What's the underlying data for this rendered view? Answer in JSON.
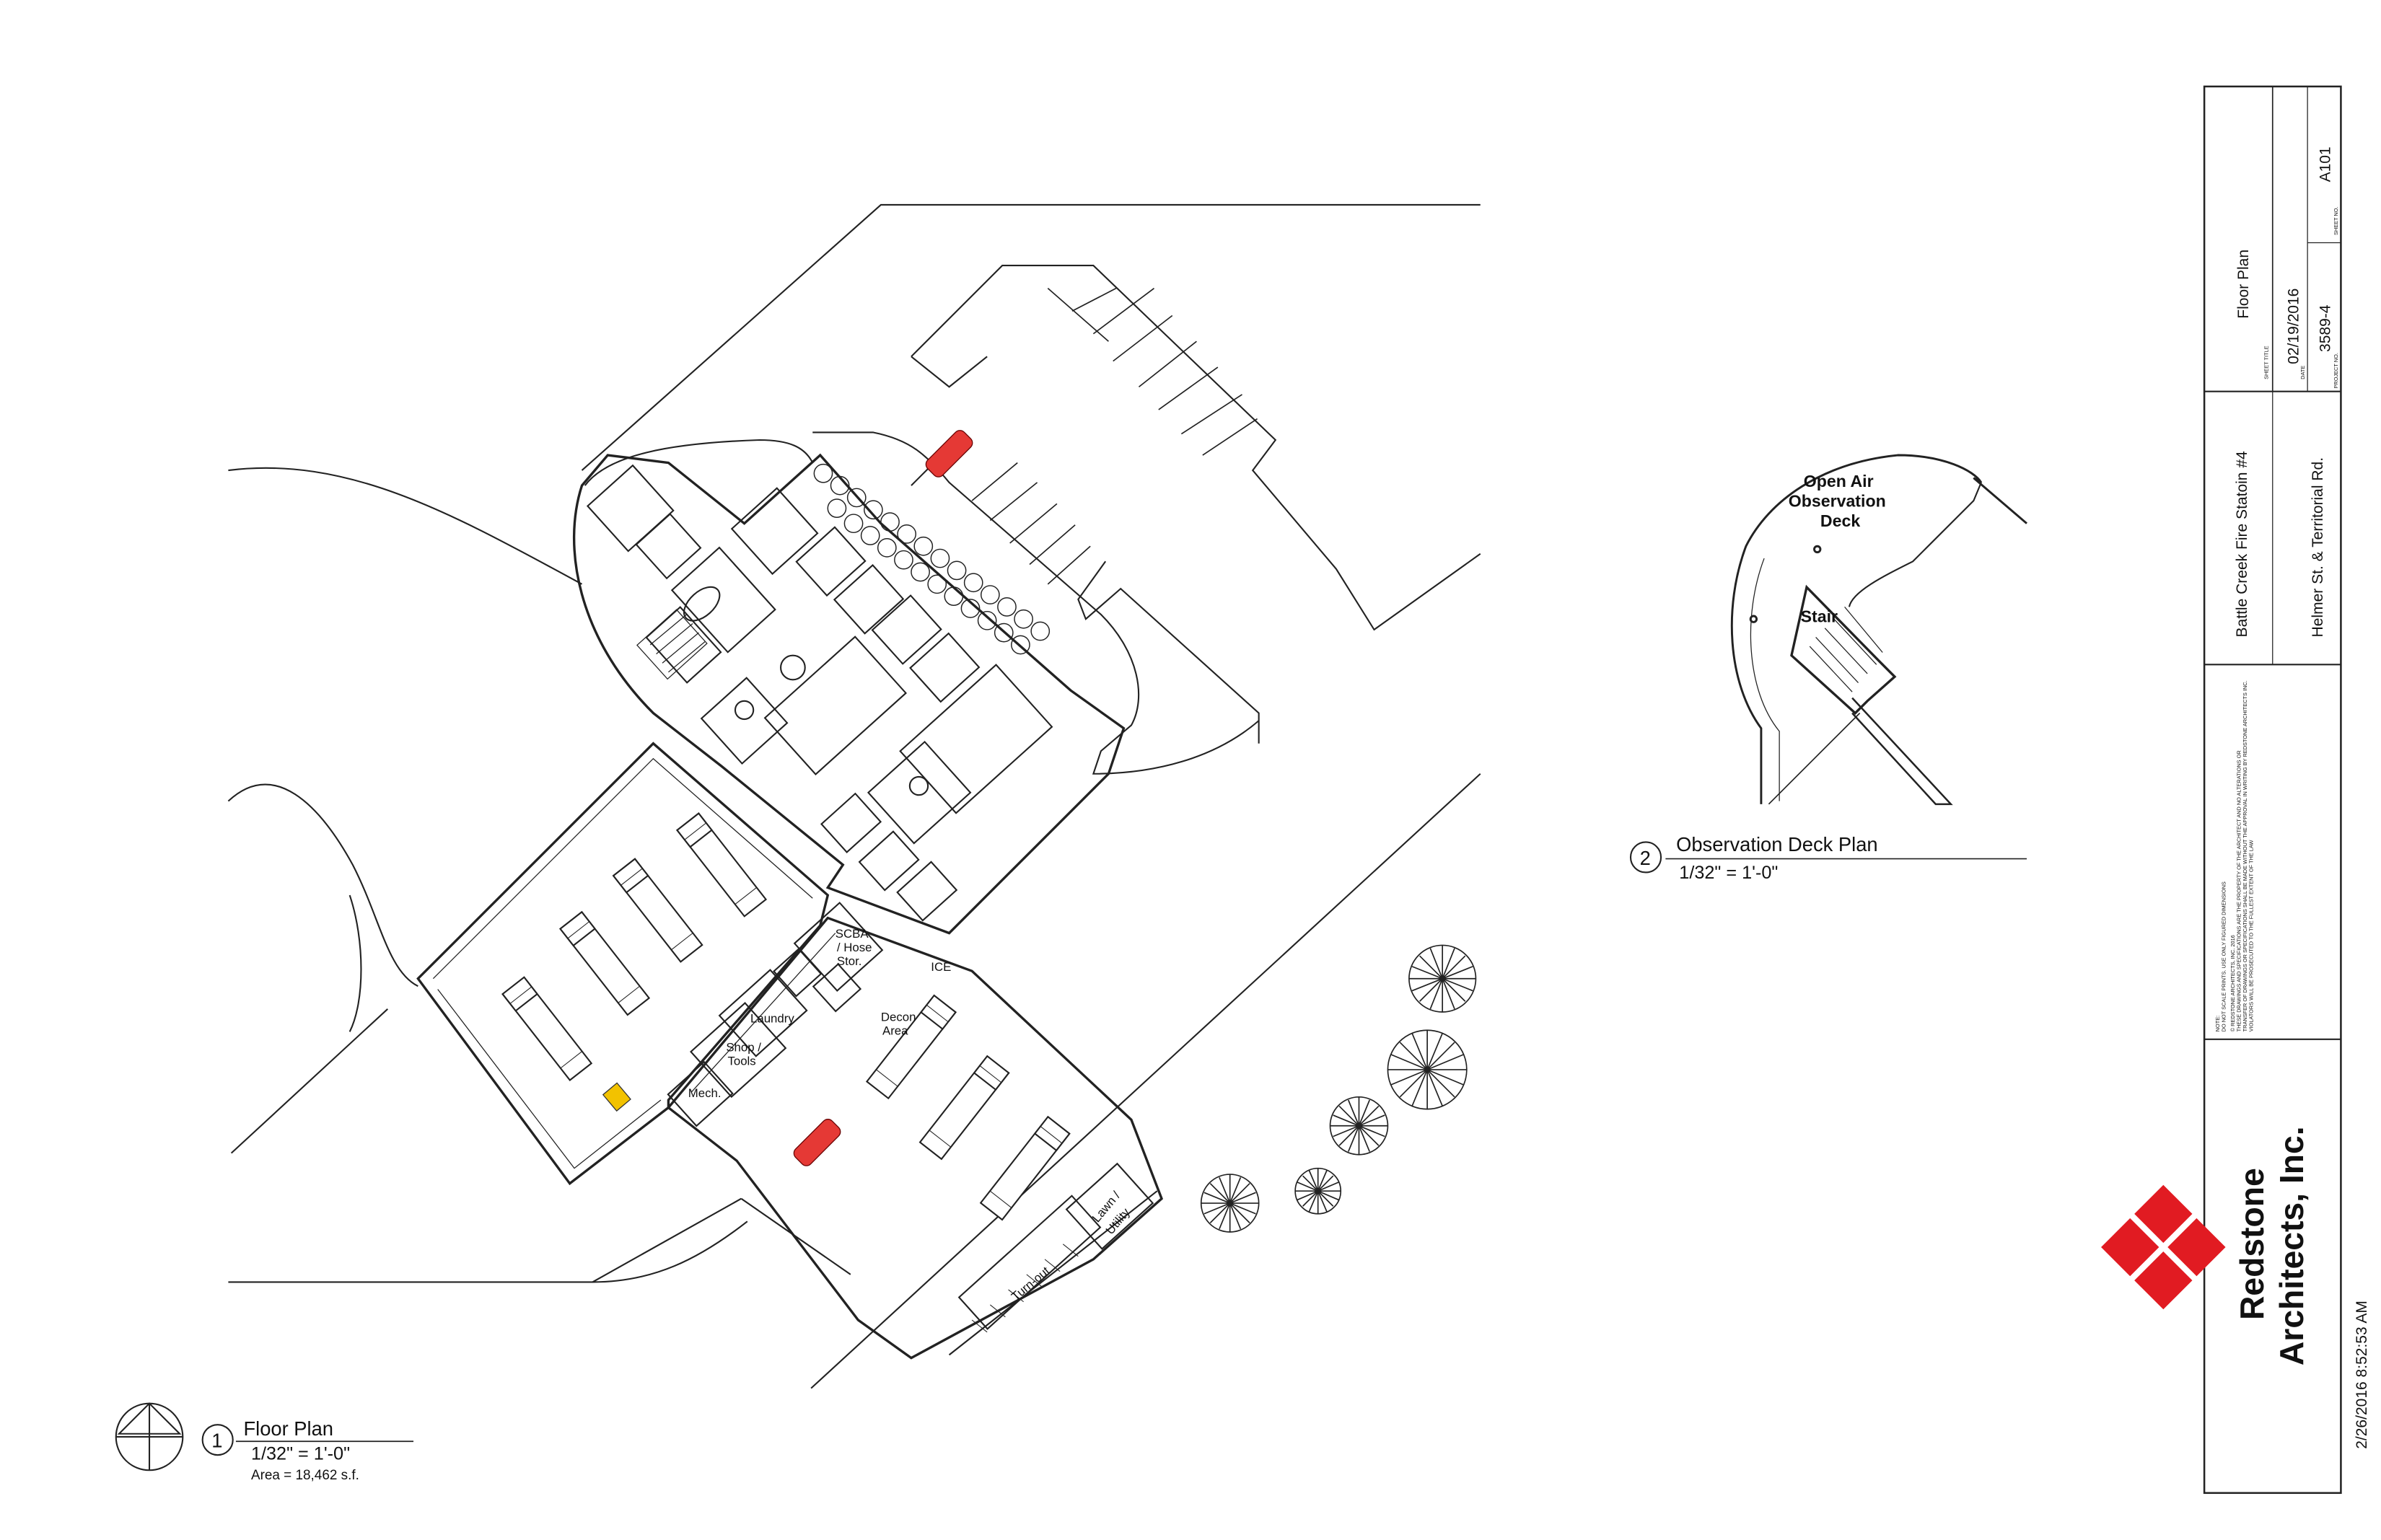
{
  "floor_plan": {
    "rooms": {
      "scba": "SCBA",
      "scba2": "/ Hose",
      "scba3": "Stor.",
      "ice": "ICE",
      "laundry": "Laundry",
      "decon1": "Decon",
      "decon2": "Area",
      "shop1": "Shop /",
      "shop2": "Tools",
      "mech": "Mech.",
      "lawn1": "Lawn /",
      "lawn2": "Utility",
      "turnout": "Turn-out"
    },
    "callout": {
      "number": "1",
      "title": "Floor Plan",
      "scale": "1/32\" = 1'-0\"",
      "area": "Area = 18,462 s.f."
    }
  },
  "deck_plan": {
    "label1": "Open Air",
    "label2": "Observation",
    "label3": "Deck",
    "stair": "Stair",
    "callout": {
      "number": "2",
      "title": "Observation Deck Plan",
      "scale": "1/32\" = 1'-0\""
    }
  },
  "title_block": {
    "sheet_title": "Floor Plan",
    "sheet_title_label": "SHEET TITLE",
    "date": "02/19/2016",
    "date_label": "DATE",
    "project_no": "3589-4",
    "project_no_label": "PROJECT NO.",
    "sheet_no": "A101",
    "sheet_no_label": "SHEET NO.",
    "project_name": "Battle Creek Fire Statoin #4",
    "project_address": "Helmer St. & Territorial Rd.",
    "note_1": "NOTE:",
    "note_2": "DO NOT SCALE PRINTS. USE ONLY FIGURED DIMENSIONS",
    "note_3": "© REDSTONE ARCHITECTS, INC. 2016",
    "note_4": "THESE DRAWINGS AND SPECIFICATIONS ARE THE PROPERTY OF THE ARCHITECT AND NO ALTERATIONS OR",
    "note_5": "TRANSFER OF DRAWINGS OR SPECIFICATIONS SHALL BE MADE WITHOUT THE APPROVAL IN WRITING BY REDSTONE ARCHITECTS INC.",
    "note_6": "VIOLATORS WILL BE PROSECUTED TO THE FULLEST EXTENT OF THE LAW",
    "firm_line1": "Redstone",
    "firm_line2": "Architects, Inc.",
    "timestamp": "2/26/2016 8:52:53 AM"
  },
  "colors": {
    "line": "#222222",
    "brand_red": "#e11b22",
    "vehicle_red": "#e53935",
    "tree_green": "#3a7d2c"
  }
}
